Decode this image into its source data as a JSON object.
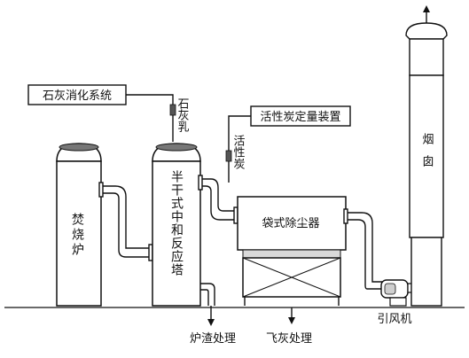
{
  "title": "",
  "components": {
    "incinerator": "焚烧炉",
    "neutralization_tower": "半干式中和反应塔",
    "lime_system": "石灰消化系统",
    "activated_carbon_dosing": "活性炭定量装置",
    "baghouse": "袋式除尘器",
    "induced_fan": "引风机",
    "chimney": "烟囱"
  },
  "flows": {
    "lime_milk": "石灰乳",
    "activated_carbon": "活性炭",
    "slag_treatment": "炉渣处理",
    "fly_ash_treatment": "飞灰处理"
  },
  "colors": {
    "line": "#111111",
    "fill": "#ffffff",
    "shade": "#d9d9d9"
  }
}
